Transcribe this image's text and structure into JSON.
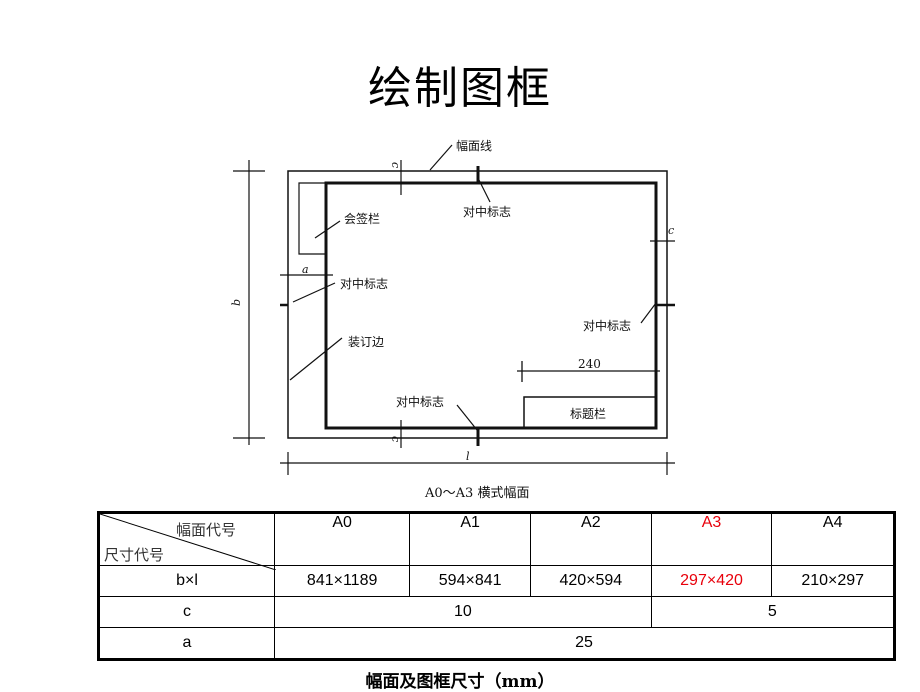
{
  "slide": {
    "title": "绘制图框",
    "diagram": {
      "labels": {
        "border_line": "幅面线",
        "center_mark_top": "对中标志",
        "signature_block": "会签栏",
        "center_mark_left": "对中标志",
        "center_mark_right": "对中标志",
        "binding_edge": "装订边",
        "center_mark_bottom": "对中标志",
        "title_block": "标题栏",
        "dim_240": "240",
        "dim_a": "a",
        "dim_b": "b",
        "dim_c_top": "c",
        "dim_c_right": "c",
        "dim_c_bottom": "c",
        "dim_l": "l"
      },
      "caption": "A0～A3 横式幅面"
    },
    "table": {
      "corner_top": "幅面代号",
      "corner_bottom": "尺寸代号",
      "columns": [
        "A0",
        "A1",
        "A2",
        "A3",
        "A4"
      ],
      "highlight_column": "A3",
      "highlight_color": "#e8000b",
      "rows": {
        "bxl": {
          "label": "b×l",
          "values": [
            "841×1189",
            "594×841",
            "420×594",
            "297×420",
            "210×297"
          ]
        },
        "c": {
          "label": "c",
          "value_a0_a2": "10",
          "value_a3_a4": "5"
        },
        "a": {
          "label": "a",
          "value_all": "25"
        }
      },
      "caption": "幅面及图框尺寸（mm）"
    }
  }
}
